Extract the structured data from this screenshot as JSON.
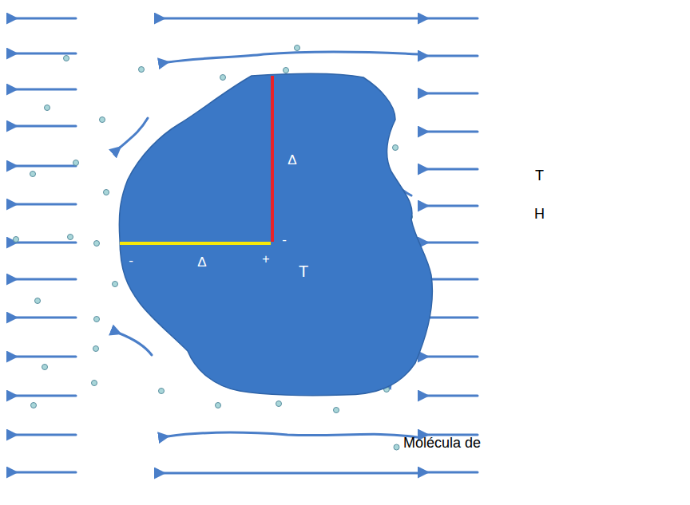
{
  "diagram": {
    "nodes": [
      {
        "text": [
          "+",
          "Δ",
          "-",
          "-",
          "Δ",
          "+",
          "T"
        ]
      }
    ],
    "labels": [
      "T",
      "H"
    ],
    "legend": [
      {
        "text": "Molécula de"
      }
    ]
  }
}
